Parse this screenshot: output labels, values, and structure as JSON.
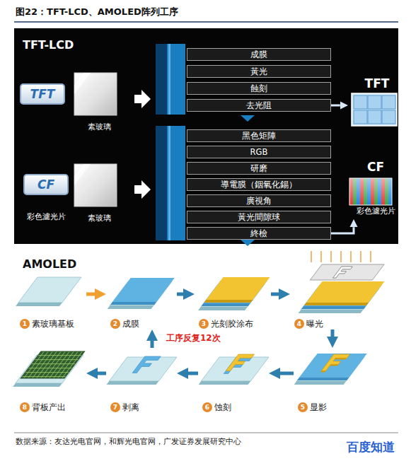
{
  "diagram": {
    "title": "图22：TFT-LCD、AMOLED阵列工序",
    "caption": "数据来源：友达光电官网，和辉光电官网，广发证券发展研究中心",
    "nodes": [
      {
        "text": [
          "TFT-LCD"
        ]
      },
      {
        "text": [
          "TFT"
        ],
        "in": 0
      },
      {
        "text": [
          "素玻璃"
        ],
        "in": 0
      },
      {
        "text": [
          "成膜"
        ],
        "in": 0
      },
      {
        "text": [
          "黃光"
        ],
        "in": 0
      },
      {
        "text": [
          "蝕刻"
        ],
        "in": 0
      },
      {
        "text": [
          "去光阻"
        ],
        "in": 0
      },
      {
        "text": [
          "TFT"
        ],
        "in": 0
      },
      {
        "text": [
          "CF",
          "彩色濾光片"
        ],
        "in": 0
      },
      {
        "text": [
          "素玻璃"
        ],
        "in": 0
      },
      {
        "text": [
          "黑色矩陣"
        ],
        "in": 0
      },
      {
        "text": [
          "RGB"
        ],
        "in": 0
      },
      {
        "text": [
          "研磨"
        ],
        "in": 0
      },
      {
        "text": [
          "導電膜（銦氧化錫）"
        ],
        "in": 0
      },
      {
        "text": [
          "廣視角"
        ],
        "in": 0
      },
      {
        "text": [
          "黃光間隙球"
        ],
        "in": 0
      },
      {
        "text": [
          "終檢"
        ],
        "in": 0
      },
      {
        "text": [
          "CF",
          "彩色濾光片"
        ],
        "in": 0
      },
      {
        "text": [
          "AMOLED"
        ]
      },
      {
        "text": [
          "1",
          "素玻璃基板"
        ],
        "in": 18
      },
      {
        "text": [
          "2",
          "成膜"
        ],
        "in": 18
      },
      {
        "text": [
          "3",
          "光刻胶涂布"
        ],
        "in": 18
      },
      {
        "text": [
          "4",
          "曝光"
        ],
        "in": 18
      },
      {
        "text": [
          "5",
          "显影"
        ],
        "in": 18
      },
      {
        "text": [
          "6",
          "蚀刻"
        ],
        "in": 18
      },
      {
        "text": [
          "7",
          "剥离"
        ],
        "in": 18
      },
      {
        "text": [
          "8",
          "背板产出"
        ],
        "in": 18
      }
    ],
    "edges": [
      {
        "from": 6,
        "to": 7,
        "arrow": "to"
      },
      {
        "from": 16,
        "to": 17,
        "arrow": "to"
      },
      {
        "from": 19,
        "to": 20,
        "arrow": "to"
      },
      {
        "from": 20,
        "to": 21,
        "arrow": "to"
      },
      {
        "from": 21,
        "to": 22,
        "arrow": "to"
      },
      {
        "from": 22,
        "to": 23,
        "arrow": "to"
      },
      {
        "from": 23,
        "to": 24,
        "arrow": "to"
      },
      {
        "from": 24,
        "to": 25,
        "arrow": "to"
      },
      {
        "from": 25,
        "to": 26,
        "arrow": "to"
      },
      {
        "from": 25,
        "to": 20,
        "label": "工序反复12次",
        "arrow": "to"
      }
    ],
    "labels": [
      "百度知道"
    ]
  }
}
